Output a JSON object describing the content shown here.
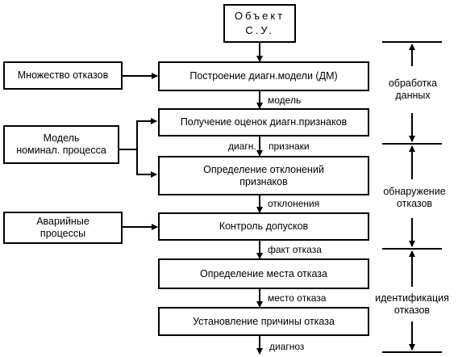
{
  "object_box": {
    "line1": "Объект",
    "line2": "С.У."
  },
  "inputs": {
    "failures_set": "Множество отказов",
    "nominal_model": {
      "line1": "Модель",
      "line2": "номинал. процесса"
    },
    "emergency": {
      "line1": "Аварийные",
      "line2": "процессы"
    }
  },
  "steps": [
    {
      "line1": "Построение диагн.модели (ДМ)"
    },
    {
      "line1": "Получение оценок диагн.признаков"
    },
    {
      "line1": "Определение отклонений",
      "line2": "признаков"
    },
    {
      "line1": "Контроль допусков"
    },
    {
      "line1": "Определение места отказа"
    },
    {
      "line1": "Установление причины отказа"
    }
  ],
  "flow_labels": {
    "model": "модель",
    "diag_1": "диагн.",
    "diag_2": "признаки",
    "deviations": "отклонения",
    "fact": "факт отказа",
    "place": "место отказа",
    "diagnosis": "диагноз"
  },
  "stages": {
    "processing": {
      "line1": "обработка",
      "line2": "данных"
    },
    "detection": {
      "line1": "обнаружение",
      "line2": "отказов"
    },
    "identification": {
      "line1": "идентификация",
      "line2": "отказов"
    }
  }
}
